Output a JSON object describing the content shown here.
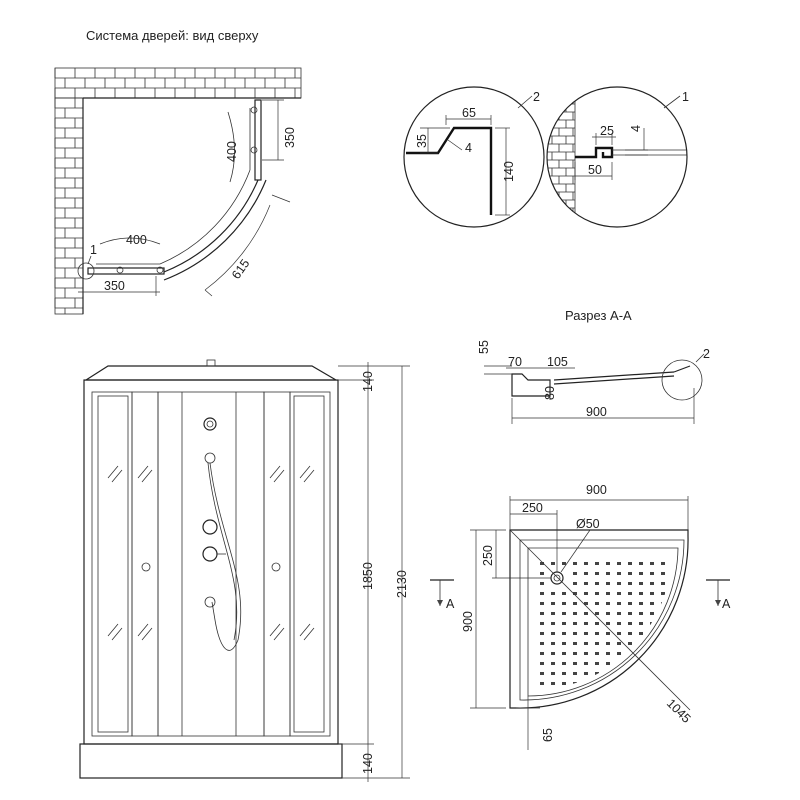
{
  "top_view": {
    "title": "Система дверей: вид сверху",
    "dims": {
      "a": "350",
      "b": "400",
      "c": "400",
      "d": "350",
      "e": "615",
      "marker": "1"
    }
  },
  "detail_2": {
    "label": "2",
    "dims": {
      "w": "65",
      "h1": "35",
      "h2": "140",
      "t": "4"
    }
  },
  "detail_1": {
    "label": "1",
    "dims": {
      "a": "25",
      "b": "4",
      "c": "50"
    }
  },
  "section": {
    "title": "Разрез А-А",
    "dims": {
      "a": "55",
      "b": "70",
      "c": "105",
      "d": "80",
      "e": "900",
      "marker": "2"
    }
  },
  "front_view": {
    "dims": {
      "top": "140",
      "mid": "1850",
      "total": "2130",
      "bottom": "140"
    }
  },
  "tray_view": {
    "dims": {
      "w": "900",
      "a": "250",
      "b": "Ø50",
      "c": "250",
      "h": "900",
      "r": "1045",
      "d": "65"
    },
    "cut_label_left": "A",
    "cut_label_right": "A"
  }
}
